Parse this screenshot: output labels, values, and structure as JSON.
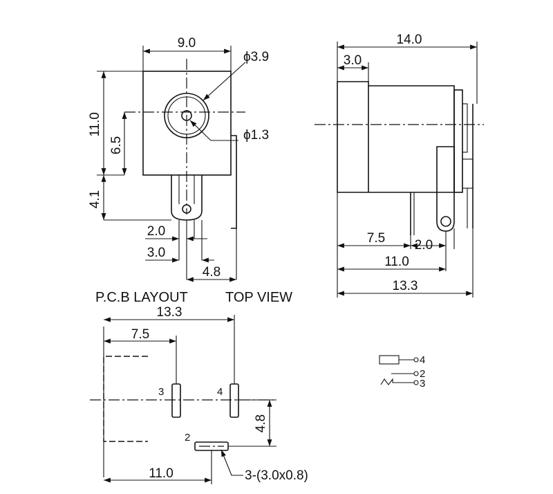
{
  "front_view": {
    "width_dim": "9.0",
    "height_dim": "11.0",
    "center_height_dim": "6.5",
    "pin_length_dim": "4.1",
    "outer_diameter": "ϕ3.9",
    "pin_diameter": "ϕ1.3",
    "pin_width_dim": "2.0",
    "pin_offset_dim": "3.0",
    "side_pin_dim": "4.8"
  },
  "side_view": {
    "total_length_dim": "14.0",
    "front_lip_dim": "3.0",
    "pin_pos_dim": "7.5",
    "pin_gap_dim": "2.0",
    "pin_span_dim": "11.0",
    "body_length_dim": "13.3"
  },
  "labels": {
    "pcb_layout": "P.C.B LAYOUT",
    "top_view": "TOP VIEW"
  },
  "pcb": {
    "width_dim": "13.3",
    "pin3_pos_dim": "7.5",
    "vertical_dim": "4.8",
    "pin2_pos_dim": "11.0",
    "slot_note": "3-(3.0x0.8)",
    "pin_labels": [
      "3",
      "4",
      "2"
    ]
  },
  "schematic": {
    "pin_labels": [
      "4",
      "2",
      "3"
    ]
  }
}
